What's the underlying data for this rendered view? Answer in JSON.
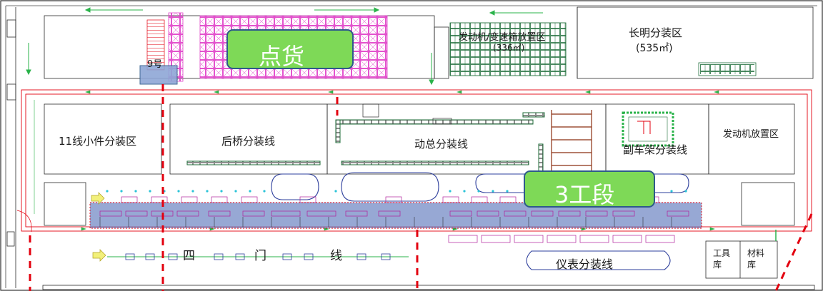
{
  "zones": {
    "engine_gearbox_area": "发动机/变速箱放置区",
    "engine_gearbox_area_size": "(336㎡)",
    "changming_area": "长明分装区",
    "changming_area_size": "(535㎡)",
    "line11_small_parts": "11线小件分装区",
    "rear_axle_line": "后桥分装线",
    "powertrain_line": "动总分装线",
    "subframe_line": "副车架分装线",
    "engine_storage": "发动机放置区",
    "four_door_line": [
      "四",
      "门",
      "线"
    ],
    "instrument_line": "仪表分装线",
    "tool_room": [
      "工具",
      "库"
    ],
    "material_room": [
      "材料",
      "库"
    ],
    "dock_no9": "9号"
  },
  "badges": {
    "inventory": "点货",
    "section3": "3工段"
  },
  "colors": {
    "badge_fill": "#7ed957",
    "badge_border": "#2e5a8a",
    "badge_text": "#ffffff",
    "red_dash": "#e3000f",
    "conveyor_band": "#6f86c4",
    "rack_magenta": "#e040c8",
    "green_line": "#2ab34a",
    "cyan_dot": "#2bc4d8"
  }
}
